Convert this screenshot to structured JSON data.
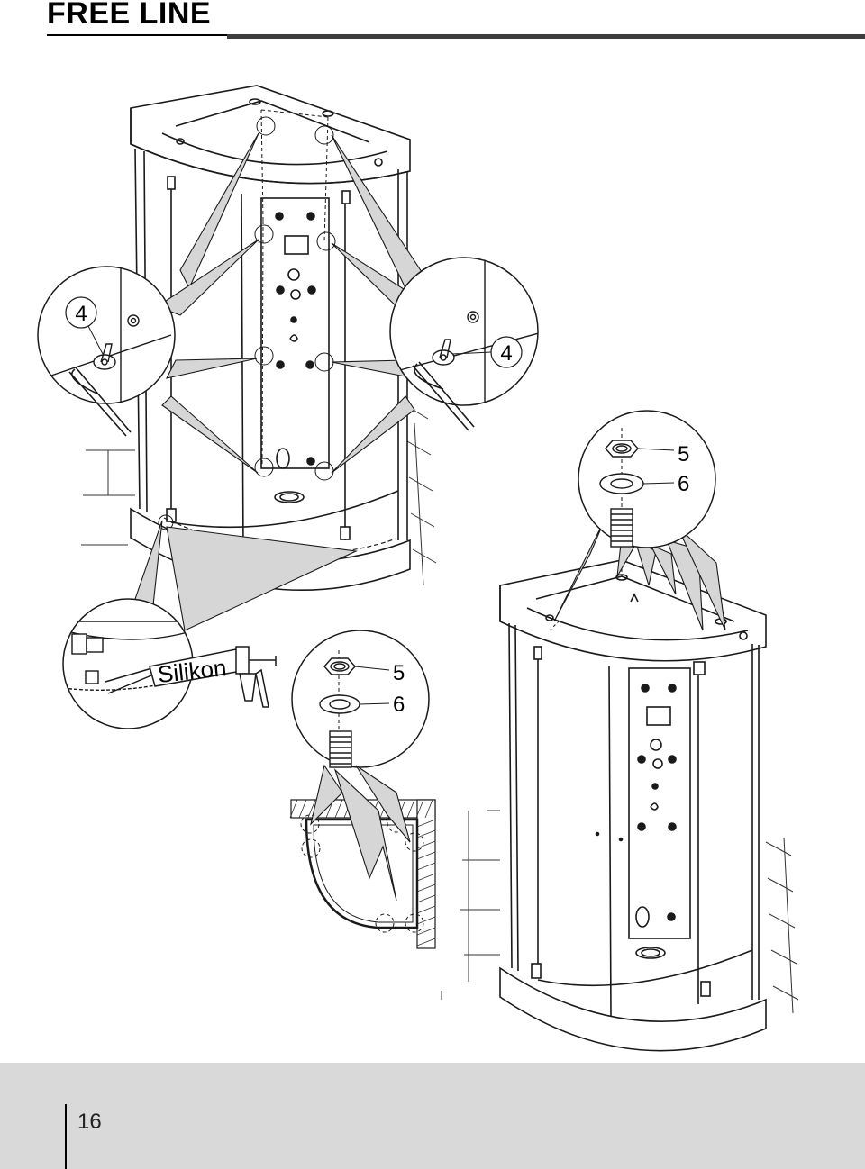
{
  "header": {
    "title": "FREE LINE"
  },
  "callouts": {
    "left_circle_number": "4",
    "right_circle_number": "4",
    "top_nut_label": "5",
    "top_washer_label": "6",
    "mid_nut_label": "5",
    "mid_washer_label": "6"
  },
  "silicone": {
    "tube_label": "Silikon"
  },
  "footer": {
    "page_number": "16"
  },
  "colors": {
    "header_rule": "#3d3d3d",
    "footer_band": "#d9d9d9",
    "shading": "#d6d6d6"
  }
}
